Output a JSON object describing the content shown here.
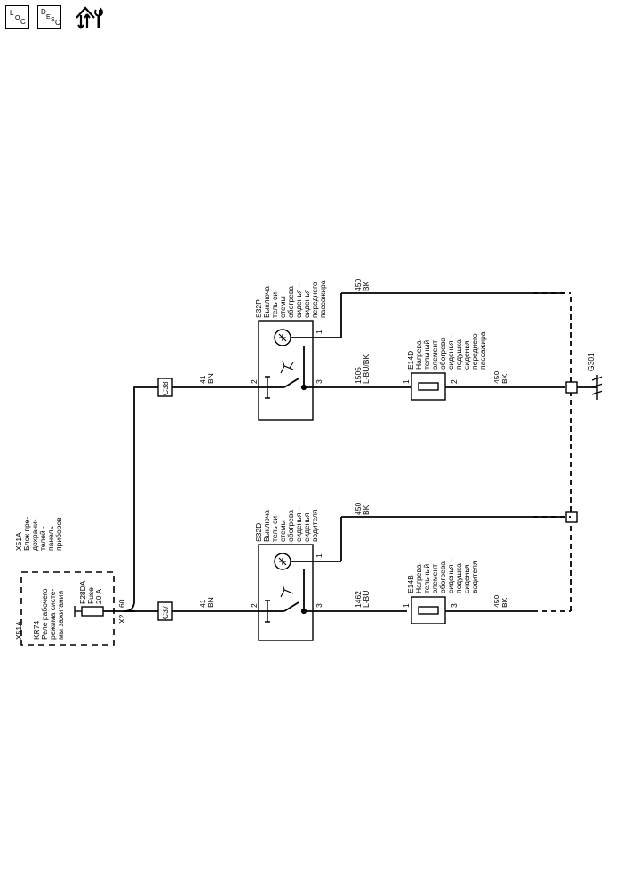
{
  "toolbar": {
    "loc_button": {
      "letters": [
        "L",
        "O",
        "C"
      ]
    },
    "desc_button": {
      "letters": [
        "D",
        "E",
        "S",
        "C"
      ]
    },
    "repair_icon": "house-arrows-wrench-icon"
  },
  "diagram": {
    "x51a": {
      "lines": [
        "X51A",
        "Блок пре-",
        "дохрани-",
        "телей -",
        "панель",
        "приборов"
      ]
    },
    "kr74": {
      "lines": [
        "KR74",
        "Реле рабочего",
        "режима систе-",
        "мы зажигания"
      ]
    },
    "fuse": {
      "lines": [
        "F28DA",
        "Fuse",
        "20 A"
      ]
    },
    "pin60": "60",
    "x2": "X2",
    "c37": "C37",
    "c38": "C38",
    "wire_41_left": {
      "circuit": "41",
      "color": "BN"
    },
    "wire_41_right": {
      "circuit": "41",
      "color": "BN"
    },
    "s32d": {
      "lines": [
        "S32D",
        "Выключа-",
        "тель си-",
        "стемы",
        "обогрева",
        "сиденья –",
        "сиденья",
        "водителя"
      ]
    },
    "s32p": {
      "lines": [
        "S32P",
        "Выключа-",
        "тель си-",
        "стемы",
        "обогрева",
        "сиденья –",
        "сиденья",
        "переднего",
        "пассажира"
      ]
    },
    "s32d_pins": {
      "p2": "2",
      "p3": "3",
      "p1": "1"
    },
    "s32p_pins": {
      "p2": "2",
      "p3": "3",
      "p1": "1"
    },
    "wire_1462": {
      "circuit": "1462",
      "color": "L-BU"
    },
    "wire_1505": {
      "circuit": "1505",
      "color": "L-BU/BK"
    },
    "e14b": {
      "lines": [
        "E14B",
        "Нагрева-",
        "тельный",
        "элемент",
        "обогрева",
        "сиденья –",
        "подушка",
        "сиденья",
        "водителя"
      ]
    },
    "e14d": {
      "lines": [
        "E14D",
        "Нагрева-",
        "тельный",
        "элемент",
        "обогрева",
        "сиденья –",
        "подушка",
        "сиденья",
        "переднего",
        "пассажира"
      ]
    },
    "e14b_pins": {
      "p1": "1",
      "p3": "3"
    },
    "e14d_pins": {
      "p1": "1",
      "p2": "2"
    },
    "wire_450_top_left": {
      "circuit": "450",
      "color": "BK"
    },
    "wire_450_top_right": {
      "circuit": "450",
      "color": "BK"
    },
    "wire_450_bottom_left": {
      "circuit": "450",
      "color": "BK"
    },
    "wire_450_bottom_right": {
      "circuit": "450",
      "color": "BK"
    },
    "ground": "G301"
  }
}
